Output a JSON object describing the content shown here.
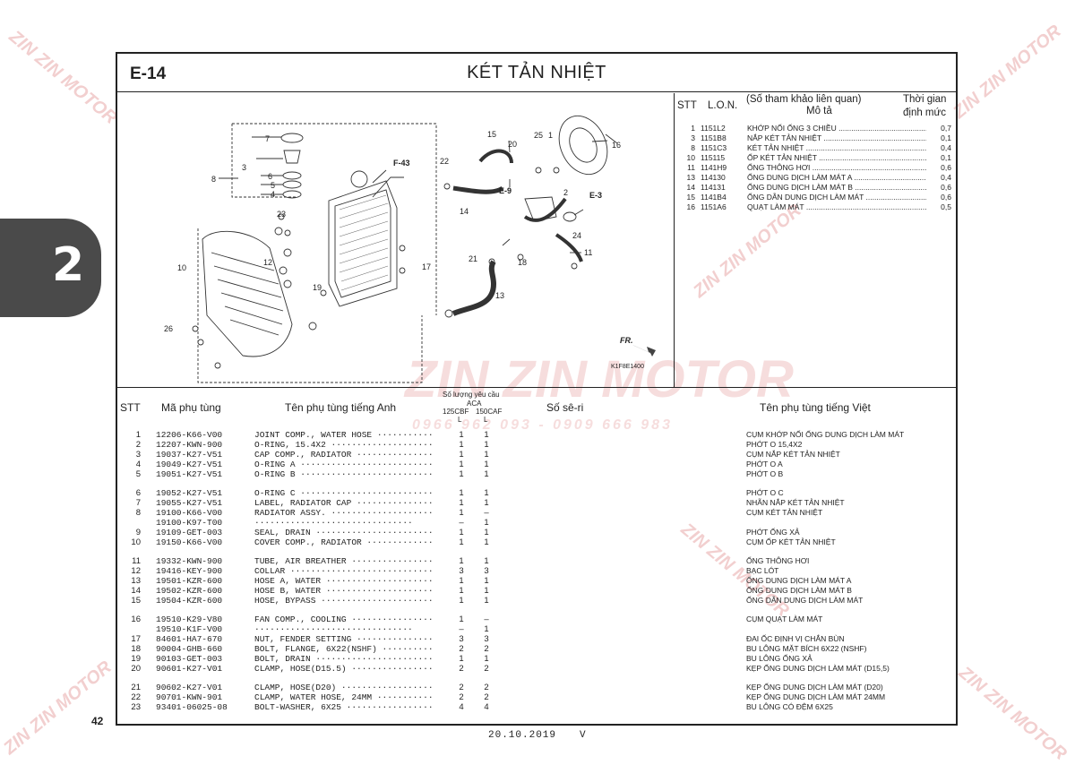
{
  "header": {
    "code": "E-14",
    "title": "KÉT TẢN NHIỆT"
  },
  "side_tab": {
    "label": "2"
  },
  "page_number": "42",
  "footer": {
    "date": "20.10.2019",
    "rev": "V"
  },
  "watermark": {
    "brand": "ZIN ZIN MOTOR",
    "phone": "0966 962 093 - 0909 666 983"
  },
  "diagram": {
    "callouts": [
      "1",
      "2",
      "3",
      "4",
      "5",
      "6",
      "7",
      "8",
      "10",
      "11",
      "12",
      "13",
      "14",
      "15",
      "16",
      "17",
      "18",
      "19",
      "20",
      "21",
      "22",
      "23",
      "24",
      "25",
      "26"
    ],
    "refs": [
      "F-43",
      "E-9",
      "E-3"
    ],
    "fr_label": "FR.",
    "figure_code": "K1F8E1400"
  },
  "ref_table": {
    "headers": {
      "stt": "STT",
      "lon": "L.O.N.",
      "desc_top": "(Số tham khảo liên quan)",
      "desc_bottom": "Mô tả",
      "time_top": "Thời gian",
      "time_bottom": "định mức"
    },
    "rows": [
      {
        "stt": "1",
        "code": "1151L2",
        "desc": "KHỚP NỐI ỐNG 3 CHIỀU",
        "time": "0,7"
      },
      {
        "stt": "3",
        "code": "1151B8",
        "desc": "NẮP KÉT TẢN NHIỆT",
        "time": "0,1"
      },
      {
        "stt": "8",
        "code": "1151C3",
        "desc": "KÉT TẢN NHIỆT",
        "time": "0,4"
      },
      {
        "stt": "10",
        "code": "115115",
        "desc": "ỐP KÉT TẢN NHIỆT",
        "time": "0,1"
      },
      {
        "stt": "11",
        "code": "1141H9",
        "desc": "ỐNG THÔNG HƠI",
        "time": "0,6"
      },
      {
        "stt": "13",
        "code": "114130",
        "desc": "ỐNG DUNG DỊCH LÀM MÁT A",
        "time": "0,4"
      },
      {
        "stt": "14",
        "code": "114131",
        "desc": "ỐNG DUNG DỊCH LÀM MÁT B",
        "time": "0,6"
      },
      {
        "stt": "15",
        "code": "1141B4",
        "desc": "ỐNG DẪN DUNG DỊCH LÀM MÁT",
        "time": "0,6"
      },
      {
        "stt": "16",
        "code": "1151A6",
        "desc": "QUẠT LÀM MÁT",
        "time": "0,5"
      }
    ]
  },
  "parts_table": {
    "headers": {
      "stt": "STT",
      "part_no": "Mã phụ tùng",
      "name_en": "Tên phụ tùng tiếng Anh",
      "qty": "Số lượng yêu cầu",
      "aca": "ACA",
      "col1": "125CBF",
      "col2": "150CAF",
      "l1": "L",
      "l2": "L",
      "serial": "Số sê-ri",
      "name_vn": "Tên phụ tùng tiếng Việt"
    },
    "rows": [
      {
        "stt": "1",
        "part": "12206-K66-V00",
        "en": "JOINT COMP., WATER HOSE",
        "q1": "1",
        "q2": "1",
        "vn": "CỤM KHỚP NỐI ỐNG DUNG DỊCH LÀM MÁT"
      },
      {
        "stt": "2",
        "part": "12207-KWN-900",
        "en": "O-RING, 15.4X2",
        "q1": "1",
        "q2": "1",
        "vn": "PHỚT O 15,4X2"
      },
      {
        "stt": "3",
        "part": "19037-K27-V51",
        "en": "CAP COMP., RADIATOR",
        "q1": "1",
        "q2": "1",
        "vn": "CỤM NẮP KÉT TẢN NHIỆT"
      },
      {
        "stt": "4",
        "part": "19049-K27-V51",
        "en": "O-RING A",
        "q1": "1",
        "q2": "1",
        "vn": "PHỚT O A"
      },
      {
        "stt": "5",
        "part": "19051-K27-V51",
        "en": "O-RING B",
        "q1": "1",
        "q2": "1",
        "vn": "PHỚT O B"
      },
      {
        "stt": "6",
        "part": "19052-K27-V51",
        "en": "O-RING C",
        "q1": "1",
        "q2": "1",
        "vn": "PHỚT O C"
      },
      {
        "stt": "7",
        "part": "19055-K27-V51",
        "en": "LABEL, RADIATOR CAP",
        "q1": "1",
        "q2": "1",
        "vn": "NHÃN NẮP KÉT TẢN NHIỆT"
      },
      {
        "stt": "8",
        "part": "19100-K66-V00",
        "en": "RADIATOR ASSY.",
        "q1": "1",
        "q2": "–",
        "vn": "CỤM KÉT TẢN NHIỆT"
      },
      {
        "stt": "",
        "part": "19100-K97-T00",
        "en": "",
        "q1": "–",
        "q2": "1",
        "vn": ""
      },
      {
        "stt": "9",
        "part": "19109-GET-003",
        "en": "SEAL, DRAIN",
        "q1": "1",
        "q2": "1",
        "vn": "PHỚT ỐNG XẢ"
      },
      {
        "stt": "10",
        "part": "19150-K66-V00",
        "en": "COVER COMP., RADIATOR",
        "q1": "1",
        "q2": "1",
        "vn": "CỤM ỐP KÉT TẢN NHIỆT"
      },
      {
        "stt": "11",
        "part": "19332-KWN-900",
        "en": "TUBE, AIR BREATHER",
        "q1": "1",
        "q2": "1",
        "vn": "ỐNG THÔNG HƠI"
      },
      {
        "stt": "12",
        "part": "19416-KEY-900",
        "en": "COLLAR",
        "q1": "3",
        "q2": "3",
        "vn": "BẠC LÓT"
      },
      {
        "stt": "13",
        "part": "19501-KZR-600",
        "en": "HOSE A, WATER",
        "q1": "1",
        "q2": "1",
        "vn": "ỐNG DUNG DỊCH LÀM MÁT A"
      },
      {
        "stt": "14",
        "part": "19502-KZR-600",
        "en": "HOSE B, WATER",
        "q1": "1",
        "q2": "1",
        "vn": "ỐNG DUNG DỊCH LÀM MÁT B"
      },
      {
        "stt": "15",
        "part": "19504-KZR-600",
        "en": "HOSE, BYPASS",
        "q1": "1",
        "q2": "1",
        "vn": "ỐNG DẪN DUNG DỊCH LÀM MÁT"
      },
      {
        "stt": "16",
        "part": "19510-K29-V80",
        "en": "FAN COMP., COOLING",
        "q1": "1",
        "q2": "–",
        "vn": "CỤM QUẠT LÀM MÁT"
      },
      {
        "stt": "",
        "part": "19510-K1F-V00",
        "en": "",
        "q1": "–",
        "q2": "1",
        "vn": ""
      },
      {
        "stt": "17",
        "part": "84601-HA7-670",
        "en": "NUT, FENDER SETTING",
        "q1": "3",
        "q2": "3",
        "vn": "ĐAI ỐC ĐỊNH VỊ CHẮN BÙN"
      },
      {
        "stt": "18",
        "part": "90004-GHB-660",
        "en": "BOLT, FLANGE, 6X22(NSHF)",
        "q1": "2",
        "q2": "2",
        "vn": "BU LÔNG MẶT BÍCH 6X22 (NSHF)"
      },
      {
        "stt": "19",
        "part": "90103-GET-003",
        "en": "BOLT, DRAIN",
        "q1": "1",
        "q2": "1",
        "vn": "BU LÔNG ỐNG XẢ"
      },
      {
        "stt": "20",
        "part": "90601-K27-V01",
        "en": "CLAMP, HOSE(D15.5)",
        "q1": "2",
        "q2": "2",
        "vn": "KẸP ỐNG DUNG DỊCH LÀM MÁT (D15,5)"
      },
      {
        "stt": "21",
        "part": "90602-K27-V01",
        "en": "CLAMP, HOSE(D20)",
        "q1": "2",
        "q2": "2",
        "vn": "KẸP ỐNG DUNG DỊCH LÀM MÁT (D20)"
      },
      {
        "stt": "22",
        "part": "90701-KWN-901",
        "en": "CLAMP, WATER HOSE, 24MM",
        "q1": "2",
        "q2": "2",
        "vn": "KẸP ỐNG DUNG DỊCH LÀM MÁT 24MM"
      },
      {
        "stt": "23",
        "part": "93401-06025-08",
        "en": "BOLT-WASHER, 6X25",
        "q1": "4",
        "q2": "4",
        "vn": "BU LÔNG CÓ ĐỆM 6X25"
      }
    ]
  }
}
